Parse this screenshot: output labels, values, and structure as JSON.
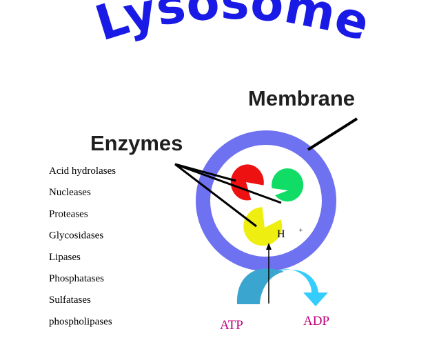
{
  "title": "Lysosome",
  "labels": {
    "membrane": "Membrane",
    "enzymes": "Enzymes",
    "proton": "H",
    "proton_charge": "+",
    "atp": "ATP",
    "adp": "ADP"
  },
  "enzyme_list": [
    "Acid hydrolases",
    "Nucleases",
    "Proteases",
    "Glycosidases",
    "Lipases",
    "Phosphatases",
    "Sulfatases",
    "phospholipases"
  ],
  "colors": {
    "title": "#1a1ae6",
    "membrane_ring": "#6f72f0",
    "lumen": "#ffffff",
    "enzyme_red": "#ee1111",
    "enzyme_green": "#11dd66",
    "enzyme_yellow": "#eeee11",
    "arrow_dark": "#3aa6cf",
    "arrow_light": "#35cdfb",
    "atp_adp_text": "#c0007a"
  }
}
